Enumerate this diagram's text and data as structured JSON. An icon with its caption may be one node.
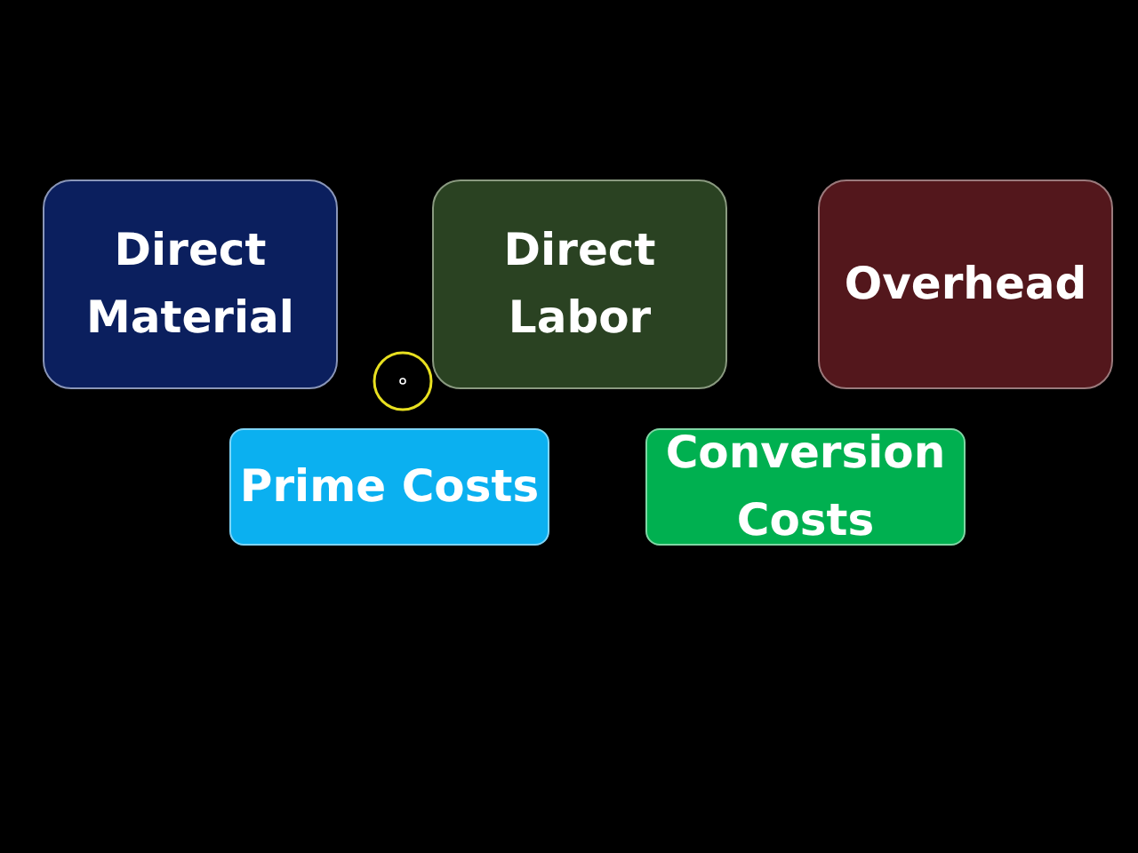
{
  "diagram": {
    "nodes": [
      {
        "text": [
          "Direct Material"
        ]
      },
      {
        "text": [
          "Direct Labor"
        ]
      },
      {
        "text": [
          "Overhead"
        ]
      },
      {
        "text": [
          "Prime Costs"
        ]
      },
      {
        "text": [
          "Conversion Costs"
        ]
      }
    ]
  }
}
